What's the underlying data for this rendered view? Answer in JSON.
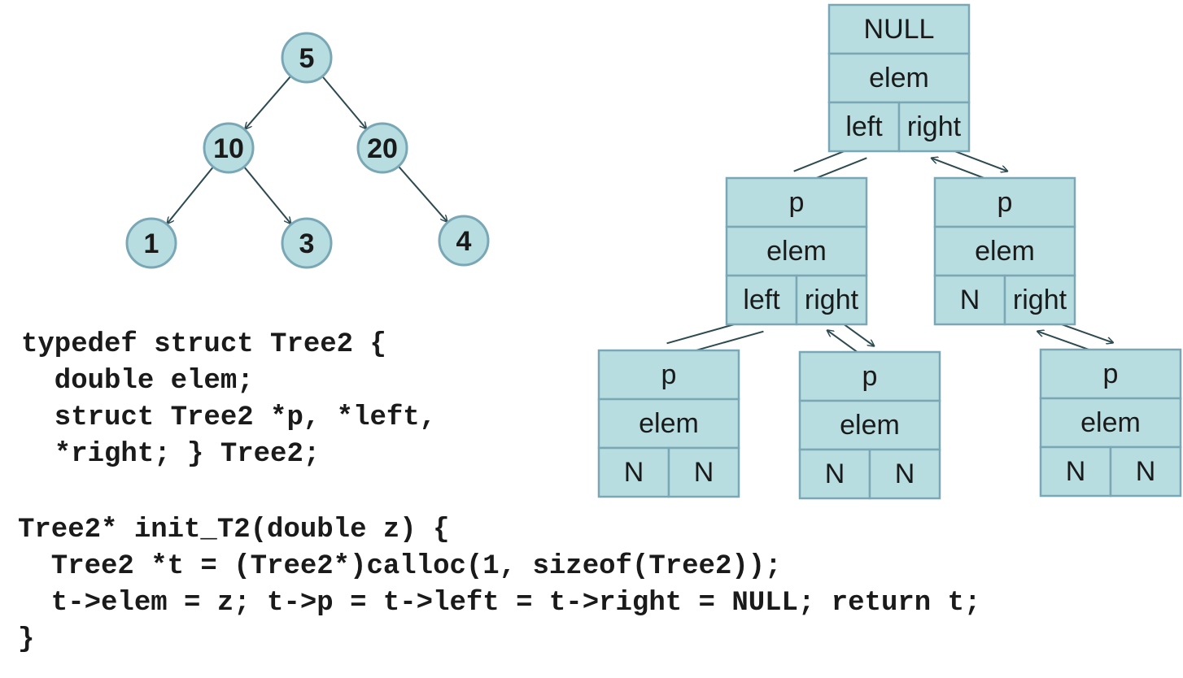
{
  "binary_tree": {
    "nodes": [
      {
        "id": "n5",
        "label": "5"
      },
      {
        "id": "n10",
        "label": "10"
      },
      {
        "id": "n20",
        "label": "20"
      },
      {
        "id": "n1",
        "label": "1"
      },
      {
        "id": "n3",
        "label": "3"
      },
      {
        "id": "n4",
        "label": "4"
      }
    ],
    "edges": [
      [
        "n5",
        "n10"
      ],
      [
        "n5",
        "n20"
      ],
      [
        "n10",
        "n1"
      ],
      [
        "n10",
        "n3"
      ],
      [
        "n20",
        "n4"
      ]
    ]
  },
  "struct_nodes": [
    {
      "id": "root",
      "parent_label": "NULL",
      "elem_label": "elem",
      "left_label": "left",
      "right_label": "right"
    },
    {
      "id": "l",
      "parent_label": "p",
      "elem_label": "elem",
      "left_label": "left",
      "right_label": "right"
    },
    {
      "id": "r",
      "parent_label": "p",
      "elem_label": "elem",
      "left_label": "N",
      "right_label": "right"
    },
    {
      "id": "ll",
      "parent_label": "p",
      "elem_label": "elem",
      "left_label": "N",
      "right_label": "N"
    },
    {
      "id": "lr",
      "parent_label": "p",
      "elem_label": "elem",
      "left_label": "N",
      "right_label": "N"
    },
    {
      "id": "rr",
      "parent_label": "p",
      "elem_label": "elem",
      "left_label": "N",
      "right_label": "N"
    }
  ],
  "struct_links": [
    [
      "root",
      "l"
    ],
    [
      "root",
      "r"
    ],
    [
      "l",
      "ll"
    ],
    [
      "l",
      "lr"
    ],
    [
      "r",
      "rr"
    ]
  ],
  "code_typedef": [
    "typedef struct Tree2 {",
    "  double elem;",
    "  struct Tree2 *p, *left,",
    "  *right; } Tree2;"
  ],
  "code_init": [
    "Tree2* init_T2(double z) {",
    "  Tree2 *t = (Tree2*)calloc(1, sizeof(Tree2));",
    "  t->elem = z; t->p = t->left = t->right = NULL; return t;",
    "}"
  ],
  "colors": {
    "node_fill": "#b7dde0",
    "node_stroke": "#7aa7b6",
    "edge": "#2c4a50",
    "text": "#1a1a1a"
  }
}
